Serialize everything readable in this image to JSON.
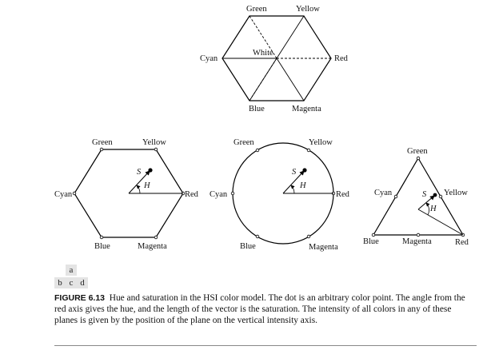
{
  "labels": {
    "green": "Green",
    "yellow": "Yellow",
    "red": "Red",
    "magenta": "Magenta",
    "blue": "Blue",
    "cyan": "Cyan",
    "white": "White",
    "s": "S",
    "h": "H"
  },
  "panel_labels": {
    "a": "a",
    "b": "b",
    "c": "c",
    "d": "d"
  },
  "caption": {
    "number": "FIGURE 6.13",
    "text": "Hue and saturation in the HSI color model. The dot is an arbitrary color point. The angle from the red axis gives the hue, and the length of the vector is the saturation. The intensity of all colors in any of these planes is given by the position of the plane on the vertical intensity axis."
  }
}
